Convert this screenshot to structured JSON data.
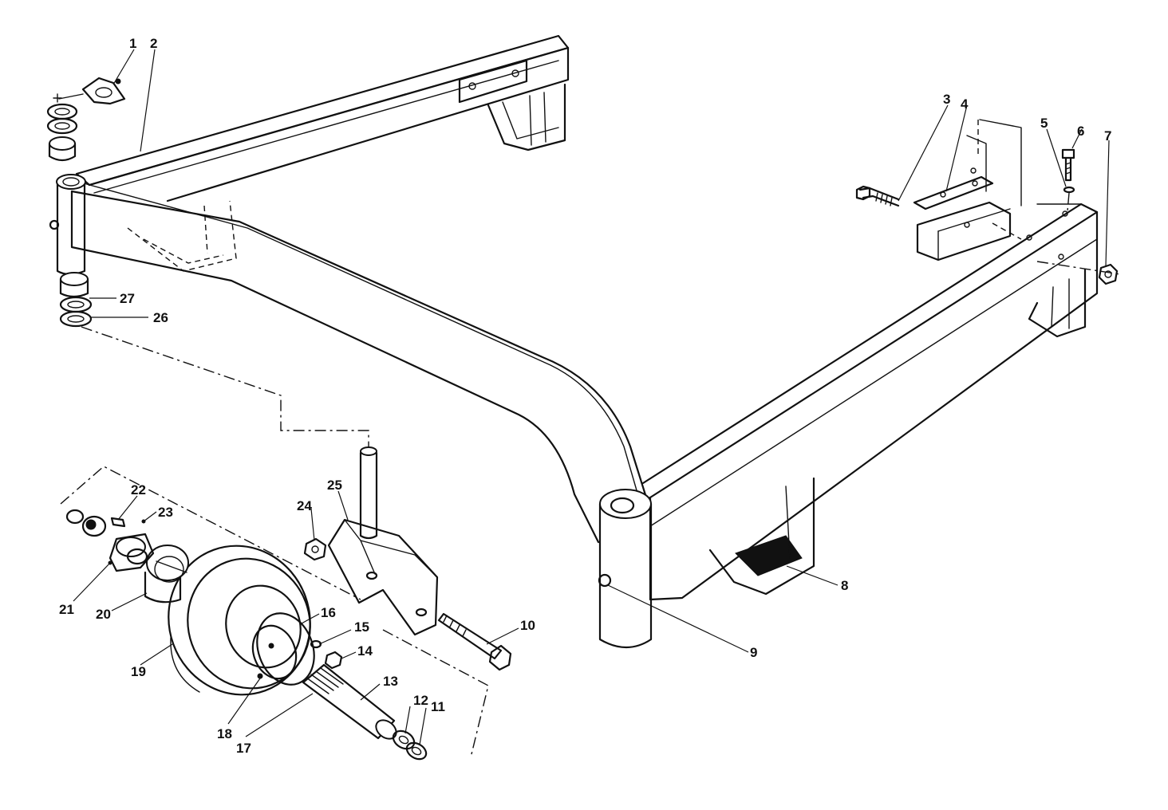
{
  "parts": [
    {
      "id": "1",
      "label": "1"
    },
    {
      "id": "2",
      "label": "2"
    },
    {
      "id": "3",
      "label": "3"
    },
    {
      "id": "4",
      "label": "4"
    },
    {
      "id": "5",
      "label": "5"
    },
    {
      "id": "6",
      "label": "6"
    },
    {
      "id": "7",
      "label": "7"
    },
    {
      "id": "8",
      "label": "8"
    },
    {
      "id": "9",
      "label": "9"
    },
    {
      "id": "10",
      "label": "10"
    },
    {
      "id": "11",
      "label": "11"
    },
    {
      "id": "12",
      "label": "12"
    },
    {
      "id": "13",
      "label": "13"
    },
    {
      "id": "14",
      "label": "14"
    },
    {
      "id": "15",
      "label": "15"
    },
    {
      "id": "16",
      "label": "16"
    },
    {
      "id": "17",
      "label": "17"
    },
    {
      "id": "18",
      "label": "18"
    },
    {
      "id": "19",
      "label": "19"
    },
    {
      "id": "20",
      "label": "20"
    },
    {
      "id": "21",
      "label": "21"
    },
    {
      "id": "22",
      "label": "22"
    },
    {
      "id": "23",
      "label": "23"
    },
    {
      "id": "24",
      "label": "24"
    },
    {
      "id": "25",
      "label": "25"
    },
    {
      "id": "26",
      "label": "26"
    },
    {
      "id": "27",
      "label": "27"
    }
  ]
}
